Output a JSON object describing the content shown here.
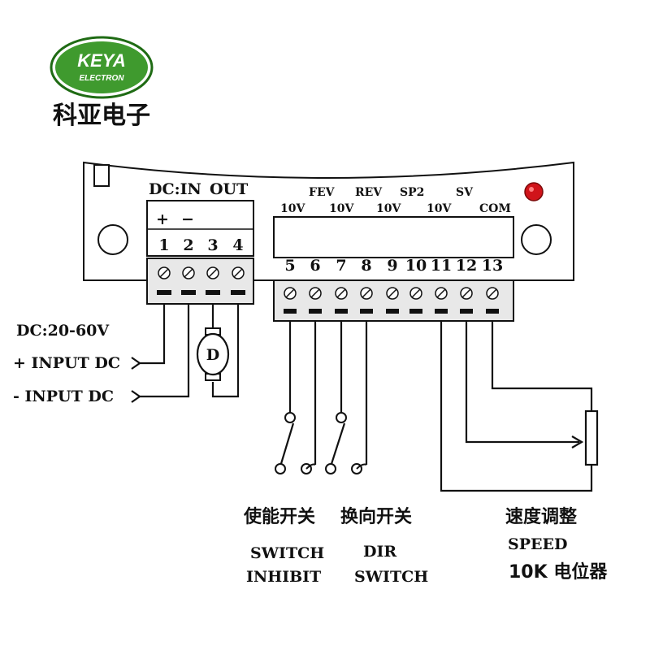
{
  "logo": {
    "brand": "KEYA",
    "subtitle": "ELECTRON",
    "chinese_name": "科亚电子",
    "colors": {
      "green": "#3f9a2e",
      "dark_green": "#1f6b14"
    }
  },
  "board": {
    "dc_in_label": "DC:IN",
    "out_label": "OUT",
    "plus": "+",
    "minus": "−",
    "power_terminals": [
      "1",
      "2",
      "3",
      "4"
    ],
    "signal_headers": [
      "FEV",
      "REV",
      "SP2",
      "SV"
    ],
    "voltage_labels": [
      "10V",
      "10V",
      "10V",
      "10V",
      "COM"
    ],
    "signal_terminals": [
      "5",
      "6",
      "7",
      "8",
      "9",
      "10",
      "11",
      "12",
      "13"
    ],
    "led_color": "#d0141a"
  },
  "power": {
    "spec": "DC:20-60V",
    "plus_input": "+ INPUT DC",
    "minus_input": "- INPUT DC",
    "motor_letter": "D"
  },
  "labels": {
    "switch_cn": "使能开关",
    "dir_cn": "换向开关",
    "switch_line1": "SWITCH",
    "switch_line2": "INHIBIT",
    "dir_line1": "DIR",
    "dir_line2": "SWITCH",
    "speed_cn": "速度调整",
    "speed_en": "SPEED",
    "pot_label": "10K 电位器"
  }
}
